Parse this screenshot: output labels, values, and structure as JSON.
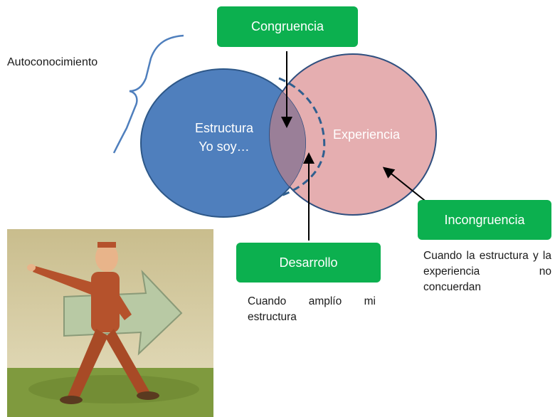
{
  "diagram": {
    "self_knowledge_label": "Autoconocimiento",
    "structure_circle": {
      "line1": "Estructura",
      "line2": "Yo soy…"
    },
    "experience_circle": {
      "label": "Experiencia"
    },
    "congruence": {
      "label": "Congruencia"
    },
    "incongruence": {
      "label": "Incongruencia",
      "description": "Cuando la estructura y la experiencia no concuerdan"
    },
    "development": {
      "label": "Desarrollo",
      "description": "Cuando amplío mi estructura"
    }
  },
  "colors": {
    "structure_fill": "#4f7fbd",
    "structure_stroke": "#2f5f8f",
    "experience_fill": "#e5aeb0",
    "experience_stroke": "#2f4f7f",
    "overlap_fill": "#9a7f98",
    "label_box": "#0cb04f",
    "bracket": "#4f7fbd",
    "arrow": "#000000"
  },
  "illustration": {
    "icon": "man-walking-with-arrow-illustration"
  }
}
